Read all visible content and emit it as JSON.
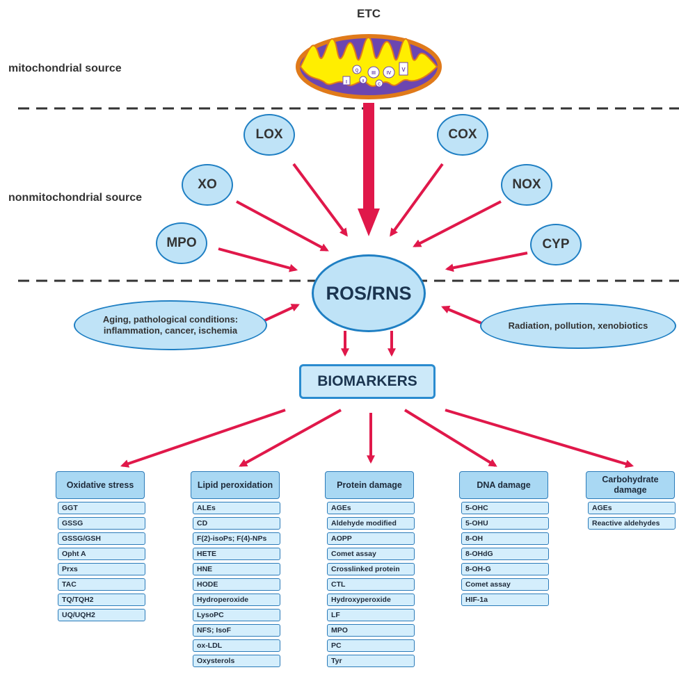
{
  "labels": {
    "mitochondrial_source": "mitochondrial source",
    "nonmitochondrial_source": "nonmitochondrial source",
    "etc": "ETC"
  },
  "mitochondrion_complexes": [
    "I",
    "Q",
    "II",
    "III",
    "C",
    "IV",
    "V"
  ],
  "enzymes": {
    "lox": "LOX",
    "cox": "COX",
    "xo": "XO",
    "nox": "NOX",
    "mpo": "MPO",
    "cyp": "CYP"
  },
  "center": "ROS/RNS",
  "conditions": {
    "left": "Aging, pathological conditions: inflammation, cancer, ischemia",
    "right": "Radiation, pollution, xenobiotics"
  },
  "biomarkers": "BIOMARKERS",
  "categories": [
    {
      "title": "Oxidative stress",
      "items": [
        "GGT",
        "GSSG",
        "GSSG/GSH",
        "Opht A",
        "Prxs",
        "TAC",
        "TQ/TQH2",
        "UQ/UQH2"
      ]
    },
    {
      "title": "Lipid peroxidation",
      "items": [
        "ALEs",
        "CD",
        "F(2)-isoPs; F(4)-NPs",
        "HETE",
        "HNE",
        "HODE",
        "Hydroperoxide",
        "LysoPC",
        "NFS; IsoF",
        "ox-LDL",
        "Oxysterols"
      ]
    },
    {
      "title": "Protein damage",
      "items": [
        "AGEs",
        "Aldehyde modified",
        "AOPP",
        "Comet assay",
        "Crosslinked protein",
        "CTL",
        "Hydroxyperoxide",
        "LF",
        "MPO",
        "PC",
        "Tyr"
      ]
    },
    {
      "title": "DNA damage",
      "items": [
        "5-OHC",
        "5-OHU",
        "8-OH",
        "8-OHdG",
        "8-OH-G",
        "Comet assay",
        "HIF-1a"
      ]
    },
    {
      "title": "Carbohydrate damage",
      "items": [
        "AGEs",
        "Reactive aldehydes"
      ]
    }
  ],
  "colors": {
    "arrow": "#e0184a",
    "oval_fill": "#bfe3f7",
    "oval_border": "#1f7fc3",
    "mito_outer": "#e07a1a",
    "mito_inner": "#ffee00",
    "mito_matrix": "#6c46b0"
  }
}
